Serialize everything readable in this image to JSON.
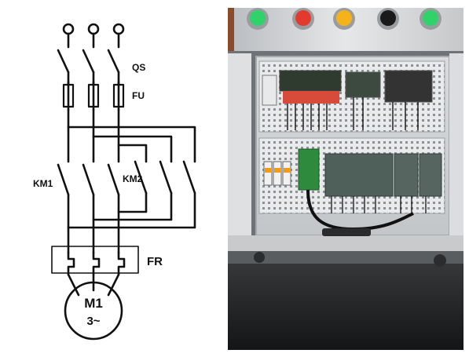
{
  "diagram": {
    "labels": {
      "qs": "QS",
      "fu": "FU",
      "km1": "KM1",
      "km2": "KM2",
      "fr": "FR",
      "motor": "M1",
      "motor_phase": "3~"
    }
  },
  "photo": {
    "pilot_lights": [
      {
        "name": "green",
        "color": "#2fd36a"
      },
      {
        "name": "red",
        "color": "#e23b2e"
      },
      {
        "name": "yellow",
        "color": "#f4b21b"
      },
      {
        "name": "black",
        "color": "#1a1a1a"
      },
      {
        "name": "green",
        "color": "#2fd36a"
      }
    ]
  }
}
